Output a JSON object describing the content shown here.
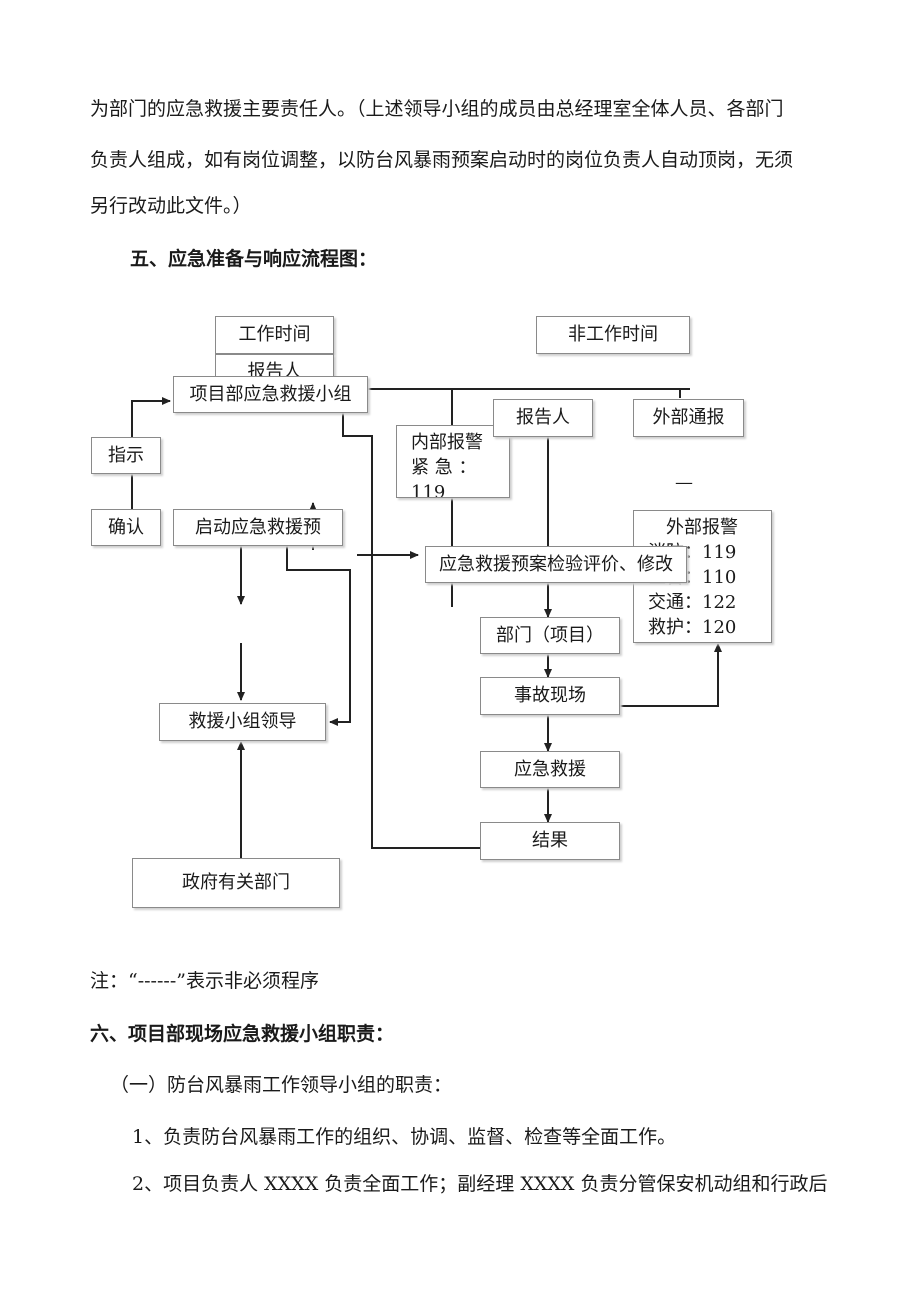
{
  "paragraphs": {
    "p1_l1": "为部门的应急救援主要责任人。（上述领导小组的成员由总经理室全体人员、各部门",
    "p1_l2": "负责人组成，如有岗位调整，以防台风暴雨预案启动时的岗位负责人自动顶岗，无须",
    "p1_l3": "另行改动此文件。）",
    "h5": "五、应急准备与响应流程图：",
    "note": "注：“------”表示非必须程序",
    "h6": "六、项目部现场应急救援小组职责：",
    "sub1": "（一）防台风暴雨工作领导小组的职责：",
    "item1": "1、负责防台风暴雨工作的组织、协调、监督、检查等全面工作。",
    "item2": "2、项目负责人 XXXX 负责全面工作；副经理 XXXX 负责分管保安机动组和行政后"
  },
  "flowchart": {
    "work_time": "工作时间",
    "reporter_left": "报告人",
    "non_work_time": "非工作时间",
    "project_team": "项目部应急救援小组",
    "instruct": "指示",
    "confirm": "确认",
    "start_plan": "启动应急救援预",
    "internal_alarm": [
      "内部报警",
      "紧  急 ：",
      "119"
    ],
    "reporter_right": "报告人",
    "external_notify": "外部通报",
    "dash_mark": "—",
    "external_alarm": [
      "外部报警",
      "消防：119",
      "匪警：110",
      "交通：122",
      "救护：120"
    ],
    "plan_review": "应急救援预案检验评价、修改",
    "department": "部门（项目）",
    "accident_site": "事故现场",
    "rescue": "应急救援",
    "result": "结果",
    "rescue_leader": "救援小组领导",
    "government": "政府有关部门"
  }
}
